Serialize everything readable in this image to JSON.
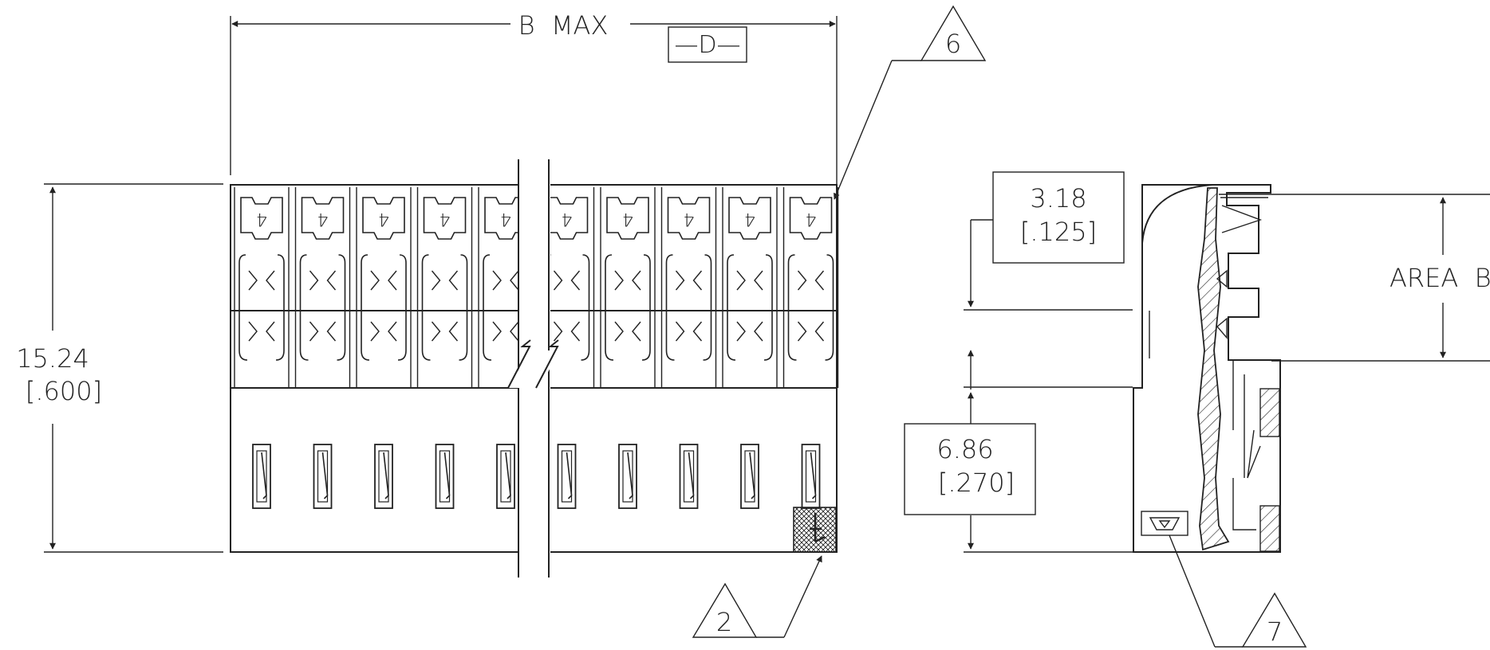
{
  "overall_width_label": "B  MAX",
  "datum_label": "—D—",
  "callouts": {
    "c6": "6",
    "c2": "2",
    "c7": "7"
  },
  "height_dim": {
    "mm": "15.24",
    "inch": "[.600]"
  },
  "dim_318": {
    "mm": "3.18",
    "inch": "[.125]"
  },
  "dim_686": {
    "mm": "6.86",
    "inch": "[.270]"
  },
  "area_label": "AREA  B",
  "contact_marking": "4",
  "contact_count": 10
}
